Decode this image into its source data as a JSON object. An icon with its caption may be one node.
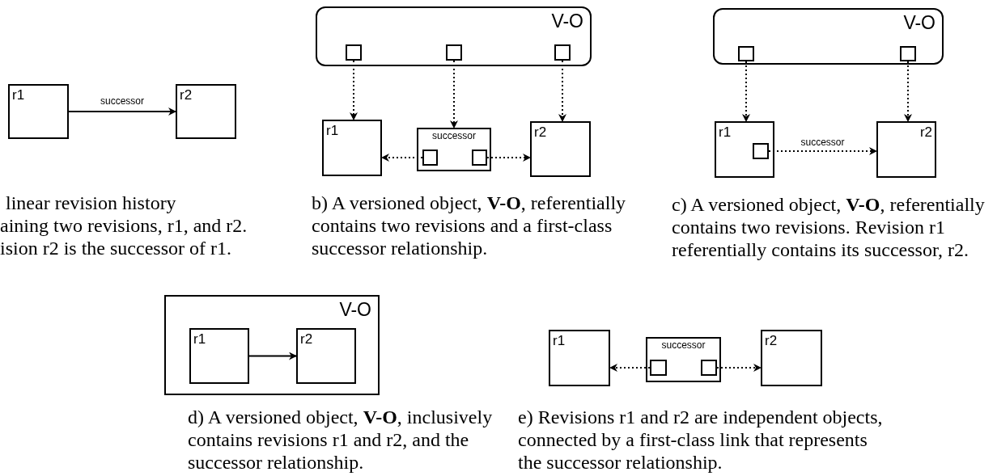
{
  "diagram": {
    "nodes": [
      {
        "text": [
          "r1"
        ]
      },
      {
        "text": [
          "r2"
        ]
      },
      {
        "text": [
          "V-O"
        ]
      },
      {
        "text": [],
        "shape": "box",
        "in": 2
      },
      {
        "text": [],
        "shape": "box",
        "in": 2
      },
      {
        "text": [],
        "shape": "box",
        "in": 2
      },
      {
        "text": [
          "r1"
        ]
      },
      {
        "text": [
          "successor"
        ]
      },
      {
        "text": [],
        "shape": "box",
        "in": 7
      },
      {
        "text": [],
        "shape": "box",
        "in": 7
      },
      {
        "text": [
          "r2"
        ]
      },
      {
        "text": [
          "V-O"
        ]
      },
      {
        "text": [],
        "shape": "box",
        "in": 11
      },
      {
        "text": [],
        "shape": "box",
        "in": 11
      },
      {
        "text": [
          "r1"
        ]
      },
      {
        "text": [],
        "shape": "box",
        "in": 14
      },
      {
        "text": [
          "r2"
        ]
      },
      {
        "text": [
          "V-O"
        ]
      },
      {
        "text": [
          "r1"
        ],
        "in": 17
      },
      {
        "text": [
          "r2"
        ],
        "in": 17
      },
      {
        "text": [
          "r1"
        ]
      },
      {
        "text": [
          "successor"
        ]
      },
      {
        "text": [],
        "shape": "box",
        "in": 21
      },
      {
        "text": [],
        "shape": "box",
        "in": 21
      },
      {
        "text": [
          "r2"
        ]
      }
    ],
    "edges": [
      {
        "from": 0,
        "to": 1,
        "arrow": "to",
        "label": "successor"
      },
      {
        "from": 3,
        "to": 6,
        "arrow": "to",
        "style": "dashed"
      },
      {
        "from": 4,
        "to": 7,
        "arrow": "to",
        "style": "dashed"
      },
      {
        "from": 5,
        "to": 10,
        "arrow": "to",
        "style": "dashed"
      },
      {
        "from": 8,
        "to": 6,
        "arrow": "to",
        "style": "dashed"
      },
      {
        "from": 9,
        "to": 10,
        "arrow": "to",
        "style": "dashed"
      },
      {
        "from": 12,
        "to": 14,
        "arrow": "to",
        "style": "dashed"
      },
      {
        "from": 13,
        "to": 16,
        "arrow": "to",
        "style": "dashed"
      },
      {
        "from": 15,
        "to": 16,
        "arrow": "to",
        "style": "dashed",
        "label": "successor"
      },
      {
        "from": 18,
        "to": 19,
        "arrow": "to"
      },
      {
        "from": 22,
        "to": 20,
        "arrow": "to",
        "style": "dashed"
      },
      {
        "from": 23,
        "to": 24,
        "arrow": "to",
        "style": "dashed"
      }
    ],
    "labels": [
      "linear revision history",
      "aining two revisions, r1, and r2.",
      "ision r2 is the successor of r1.",
      "b) A versioned object, **V-O**, referentially contains two revisions and a first-class successor relationship.",
      "c) A versioned object, **V-O**, referentially contains two revisions. Revision r1 referentially contains its successor, r2.",
      "d) A versioned object, **V-O**, inclusively contains revisions r1 and r2, and the successor relationship.",
      "e) Revisions r1 and r2 are independent objects, connected by a first-class link that represents the successor relationship."
    ]
  }
}
